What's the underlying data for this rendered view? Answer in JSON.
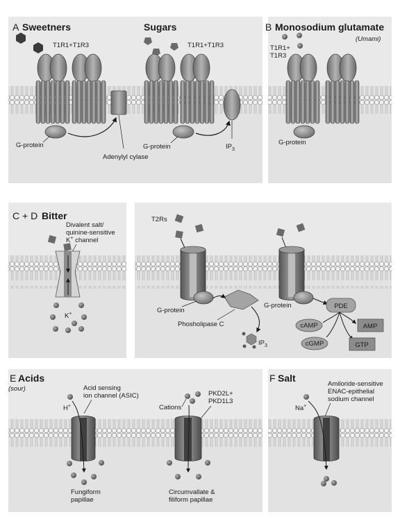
{
  "panel_a": {
    "letter": "A",
    "title": "Sweetners",
    "subtitle": "Sugars",
    "receptor_1": "T1R1+T1R3",
    "receptor_2": "T1R1+T1R3",
    "g_protein_1": "G-protein",
    "g_protein_2": "G-protein",
    "enzyme": "Adenylyl cylase",
    "ip3": "IP",
    "ip3_sub": "3"
  },
  "panel_b": {
    "letter": "B",
    "title": "Monosodium glutamate",
    "subtitle": "(Umami)",
    "receptor_line1": "T1R1+",
    "receptor_line2": "T1R3",
    "g_protein": "G-protein"
  },
  "panel_cd": {
    "letter": "C + D",
    "title": "Bitter",
    "channel_line1": "Divalent salt/",
    "channel_line2": "quinine-sensitive",
    "channel_line3": "K",
    "channel_line3_sup": "+",
    "channel_line3_rest": " channel",
    "k_ion": "K",
    "k_ion_sup": "+",
    "receptor": "T2Rs",
    "g_protein_1": "G-protein",
    "g_protein_2": "G-protein",
    "enzyme": "Phosholipase C",
    "ip3": "IP",
    "ip3_sub": "3",
    "pde": "PDE",
    "camp": "cAMP",
    "amp": "AMP",
    "cgmp": "cGMP",
    "gtp": "GTP"
  },
  "panel_e": {
    "letter": "E",
    "title": "Acids",
    "subtitle": "(sour)",
    "h_ion": "H",
    "h_ion_sup": "+",
    "channel_1_line1": "Acid sensing",
    "channel_1_line2": "ion channel (ASIC)",
    "cations": "Cations",
    "channel_2_line1": "PKD2L+",
    "channel_2_line2": "PKD1L3",
    "papillae_1": "Fungiform",
    "papillae_1b": "papillae",
    "papillae_2": "Circumvallate &",
    "papillae_2b": "filiform papillae"
  },
  "panel_f": {
    "letter": "F",
    "title": "Salt",
    "na_ion": "Na",
    "na_ion_sup": "+",
    "channel_line1": "Amiloride-sensitive",
    "channel_line2": "ENAC-epithelial",
    "channel_line3": "sodium channel"
  },
  "colors": {
    "panel_bg": "#e9e9e9",
    "membrane": "#c2c2c2",
    "bead": "#efefef",
    "protein": "#8a8a8a",
    "protein_dark": "#5a5a5a",
    "ion": "#6a6a6a"
  }
}
